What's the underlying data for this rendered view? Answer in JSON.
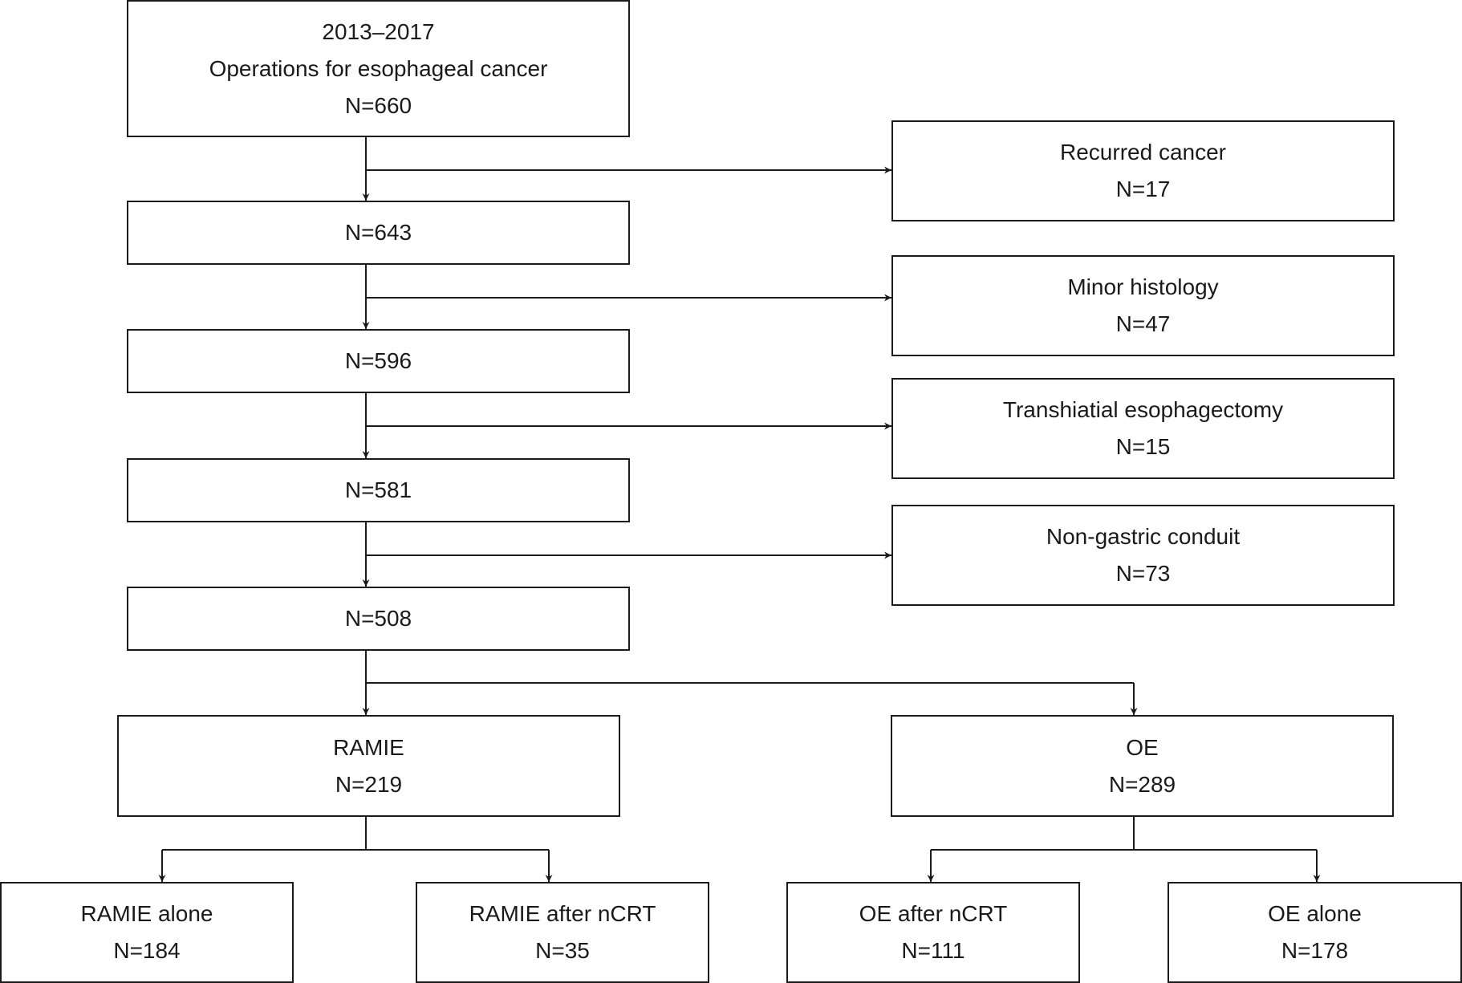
{
  "flow": {
    "start": {
      "period": "2013–2017",
      "label": "Operations for esophageal cancer",
      "count": "N=660"
    },
    "step1": {
      "count": "N=643"
    },
    "step2": {
      "count": "N=596"
    },
    "step3": {
      "count": "N=581"
    },
    "step4": {
      "count": "N=508"
    },
    "excluded": [
      {
        "label": "Recurred cancer",
        "count": "N=17"
      },
      {
        "label": "Minor histology",
        "count": "N=47"
      },
      {
        "label": "Transhiatial esophagectomy",
        "count": "N=15"
      },
      {
        "label": "Non-gastric conduit",
        "count": "N=73"
      }
    ],
    "groups": {
      "ramie": {
        "label": "RAMIE",
        "count": "N=219"
      },
      "oe": {
        "label": "OE",
        "count": "N=289"
      }
    },
    "subgroups": {
      "ramie_alone": {
        "label": "RAMIE alone",
        "count": "N=184"
      },
      "ramie_nrct": {
        "label": "RAMIE after nCRT",
        "count": "N=35"
      },
      "oe_nrct": {
        "label": "OE after nCRT",
        "count": "N=111"
      },
      "oe_alone": {
        "label": "OE alone",
        "count": "N=178"
      }
    }
  },
  "colors": {
    "line": "#1a1a1a",
    "background": "#ffffff"
  }
}
